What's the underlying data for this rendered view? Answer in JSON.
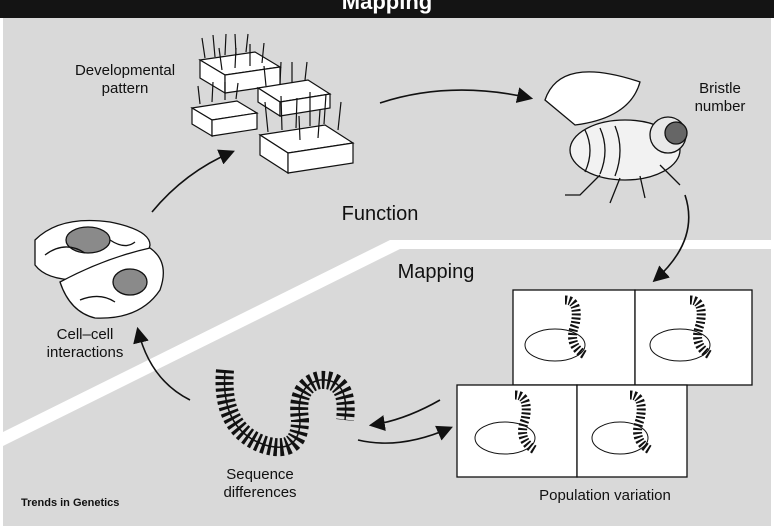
{
  "header": {
    "title": "Mapping"
  },
  "regions": {
    "upper": "Function",
    "lower": "Mapping"
  },
  "labels": {
    "developmental": [
      "Developmental",
      "pattern"
    ],
    "bristle": [
      "Bristle",
      "number"
    ],
    "cell": [
      "Cell–cell",
      "interactions"
    ],
    "sequence": [
      "Sequence",
      "differences"
    ],
    "population": "Population variation"
  },
  "credit": "Trends in Genetics",
  "colors": {
    "background": "#d9d9d9",
    "frame": "#111111",
    "divider": "#ffffff",
    "nucleus": "#8a8a8a"
  }
}
